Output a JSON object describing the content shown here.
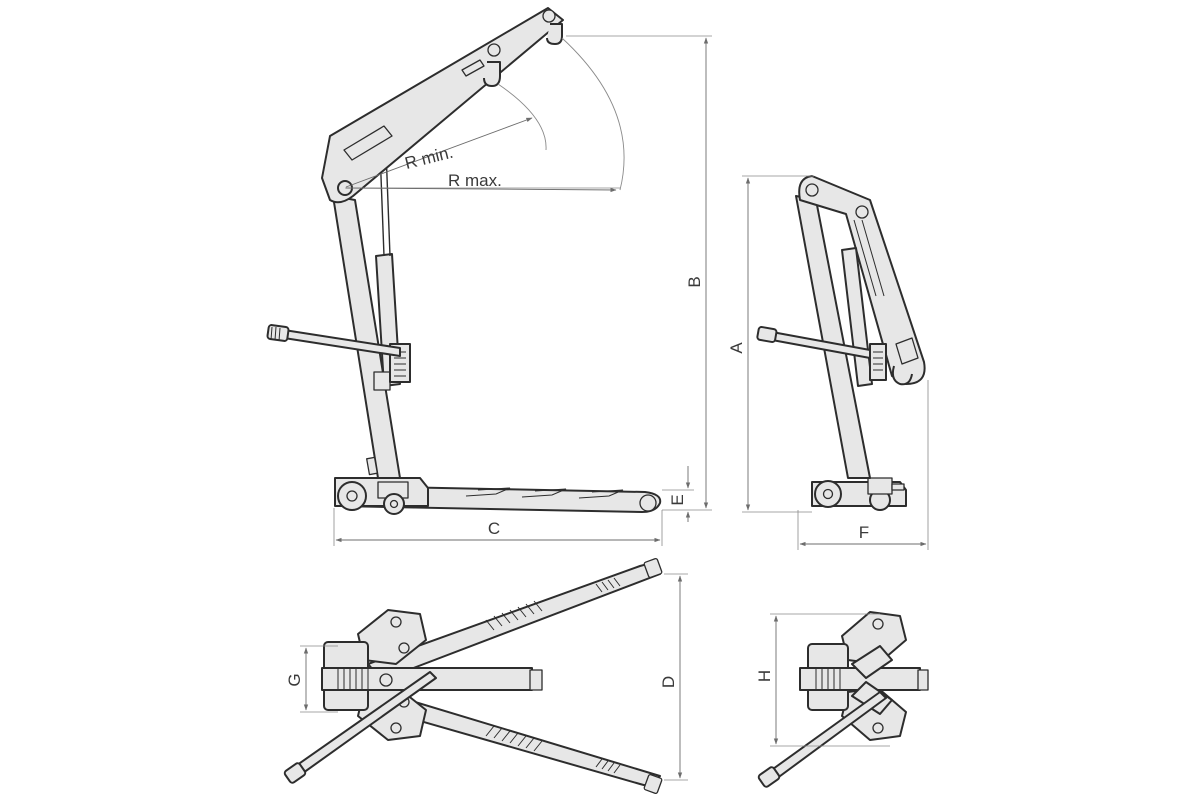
{
  "labels": {
    "r_min": "R min.",
    "r_max": "R max.",
    "a": "A",
    "b": "B",
    "c": "C",
    "d": "D",
    "e": "E",
    "f": "F",
    "g": "G",
    "h": "H"
  },
  "colors": {
    "line": "#2d2d2d",
    "fill": "#e7e7e7",
    "dimension": "#6d6d6d",
    "background": "#ffffff"
  }
}
